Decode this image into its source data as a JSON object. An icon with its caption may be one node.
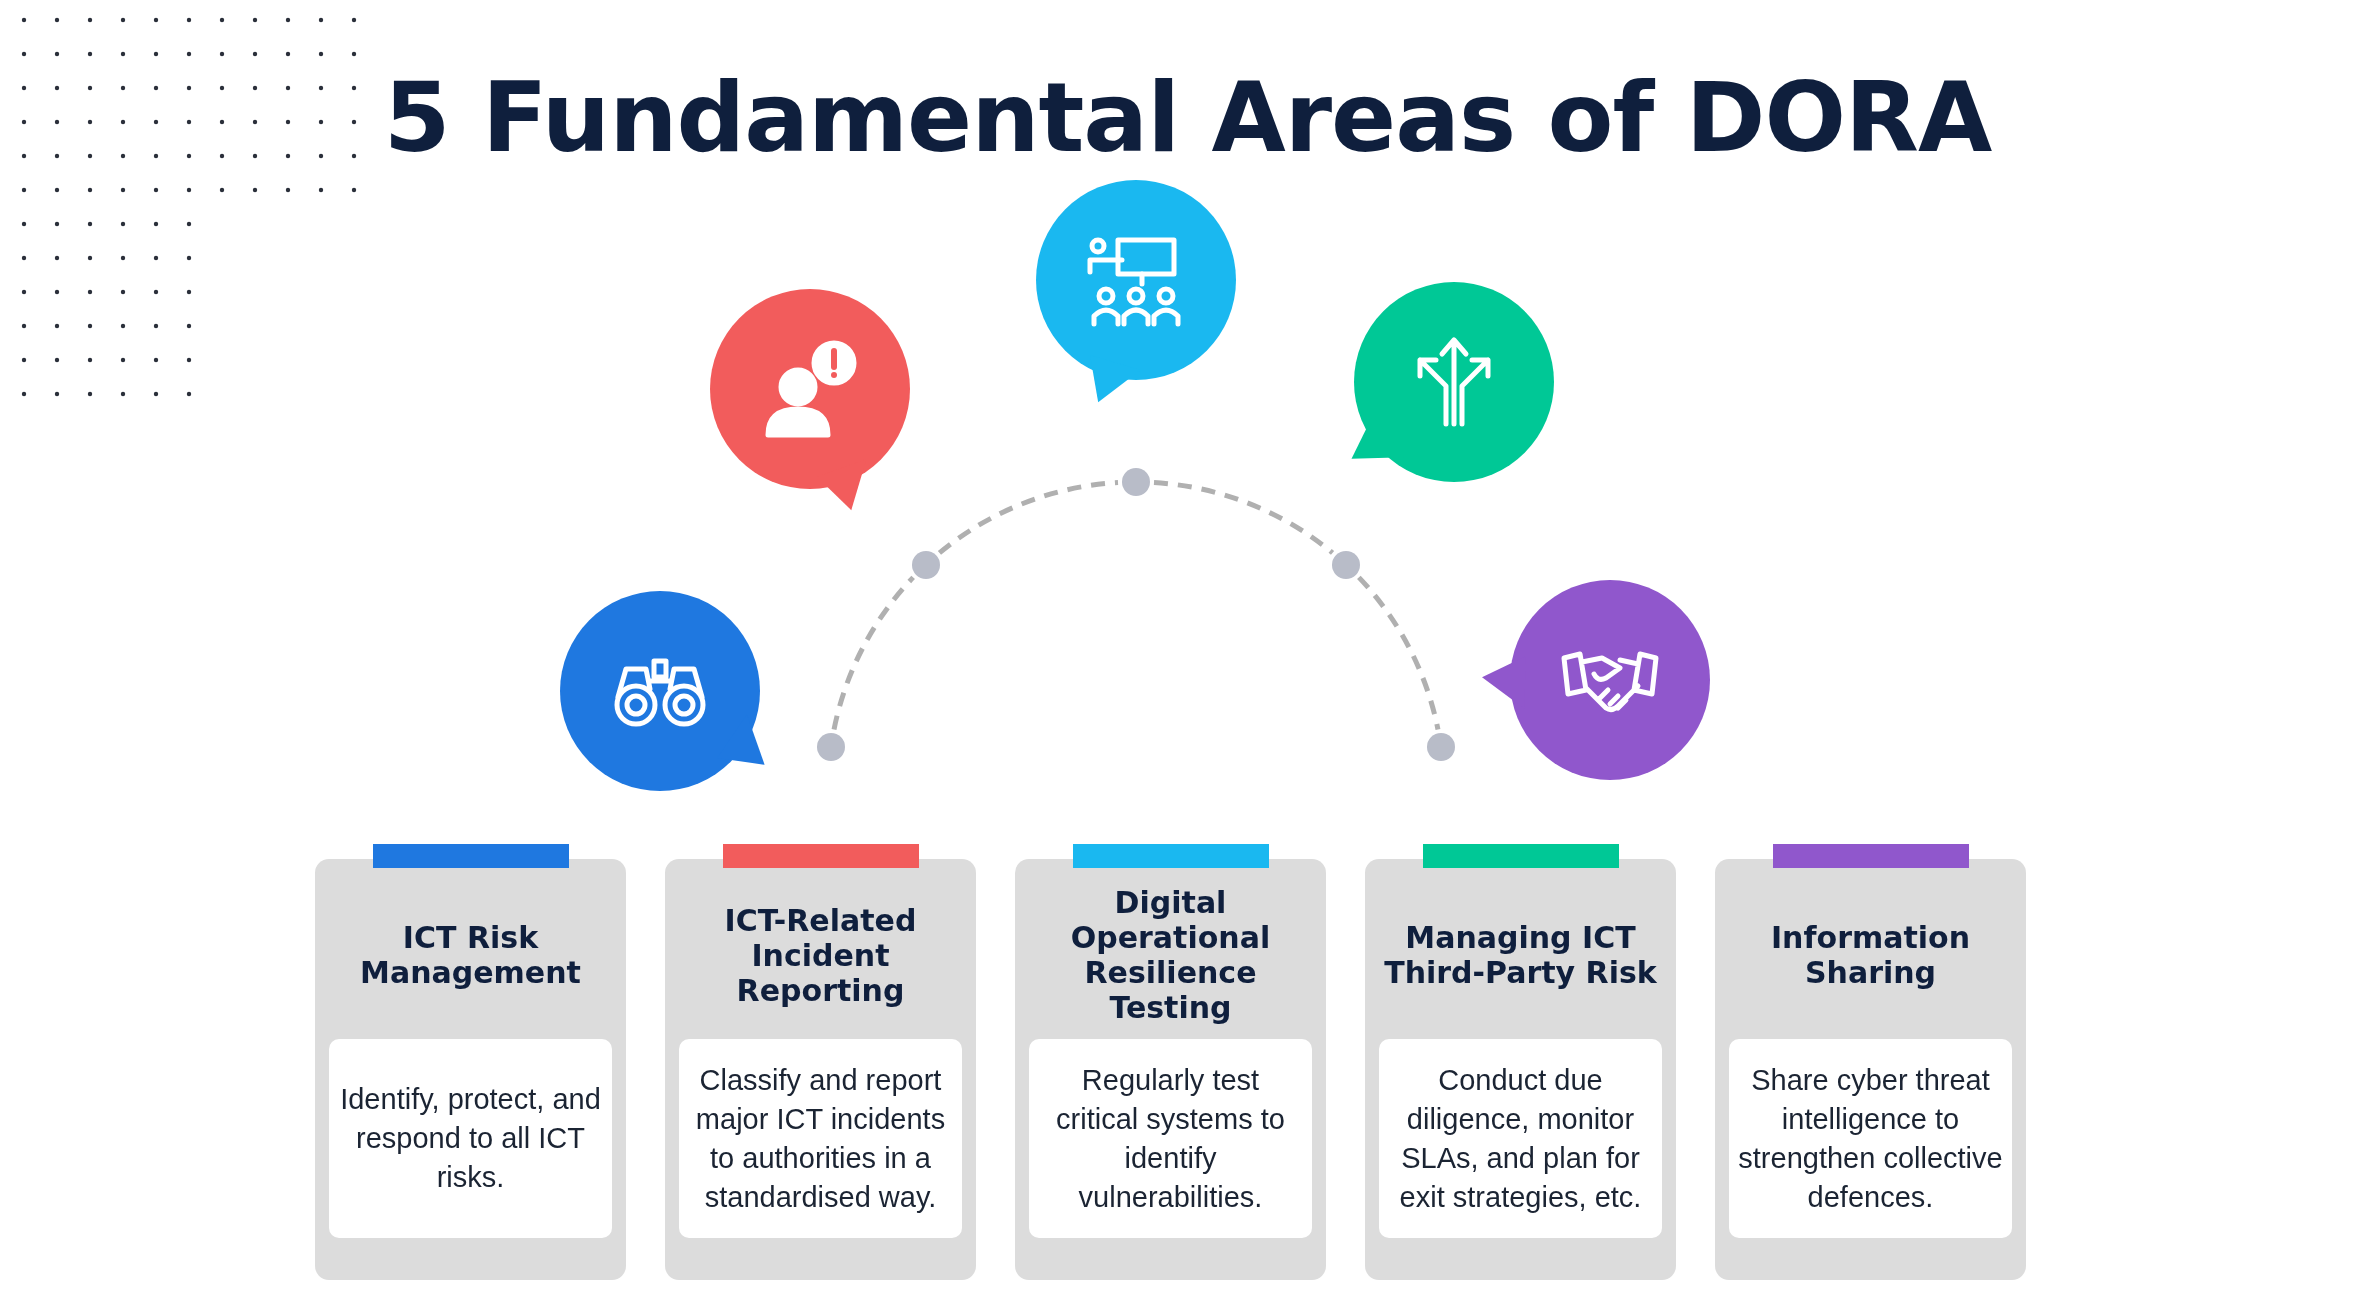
{
  "diagram": {
    "title": "5 Fundamental Areas of DORA",
    "nodes": [
      {
        "text": [],
        "shape": "circle"
      },
      {
        "text": [],
        "shape": "circle"
      },
      {
        "text": [],
        "shape": "circle"
      },
      {
        "text": [],
        "shape": "circle"
      },
      {
        "text": [],
        "shape": "circle"
      },
      {
        "text": [
          "ICT Risk Management"
        ]
      },
      {
        "text": [
          "Identify, protect, and respond to all ICT risks."
        ],
        "in": 5
      },
      {
        "text": [
          "ICT-Related Incident Reporting"
        ]
      },
      {
        "text": [
          "Classify and report major ICT incidents to authorities in a standardised way."
        ],
        "in": 7
      },
      {
        "text": [
          "Digital Operational Resilience Testing"
        ]
      },
      {
        "text": [
          "Regularly test critical systems to identify vulnerabilities."
        ],
        "in": 9
      },
      {
        "text": [
          "Managing ICT Third-Party Risk"
        ]
      },
      {
        "text": [
          "Conduct due diligence, monitor SLAs, and plan for exit strategies, etc."
        ],
        "in": 11
      },
      {
        "text": [
          "Information Sharing"
        ]
      },
      {
        "text": [
          "Share cyber threat intelligence to strengthen collective defences."
        ],
        "in": 13
      },
      {
        "text": [],
        "shape": "bar",
        "in": 5
      },
      {
        "text": [],
        "shape": "bar",
        "in": 7
      },
      {
        "text": [],
        "shape": "bar",
        "in": 9
      },
      {
        "text": [],
        "shape": "bar",
        "in": 11
      },
      {
        "text": [],
        "shape": "bar",
        "in": 13
      }
    ],
    "edges": [
      {
        "from": 0,
        "to": 1,
        "arrow": "none",
        "style": "dashed"
      },
      {
        "from": 1,
        "to": 2,
        "arrow": "none",
        "style": "dashed"
      },
      {
        "from": 2,
        "to": 3,
        "arrow": "none",
        "style": "dashed"
      },
      {
        "from": 3,
        "to": 4,
        "arrow": "none",
        "style": "dashed"
      }
    ]
  }
}
